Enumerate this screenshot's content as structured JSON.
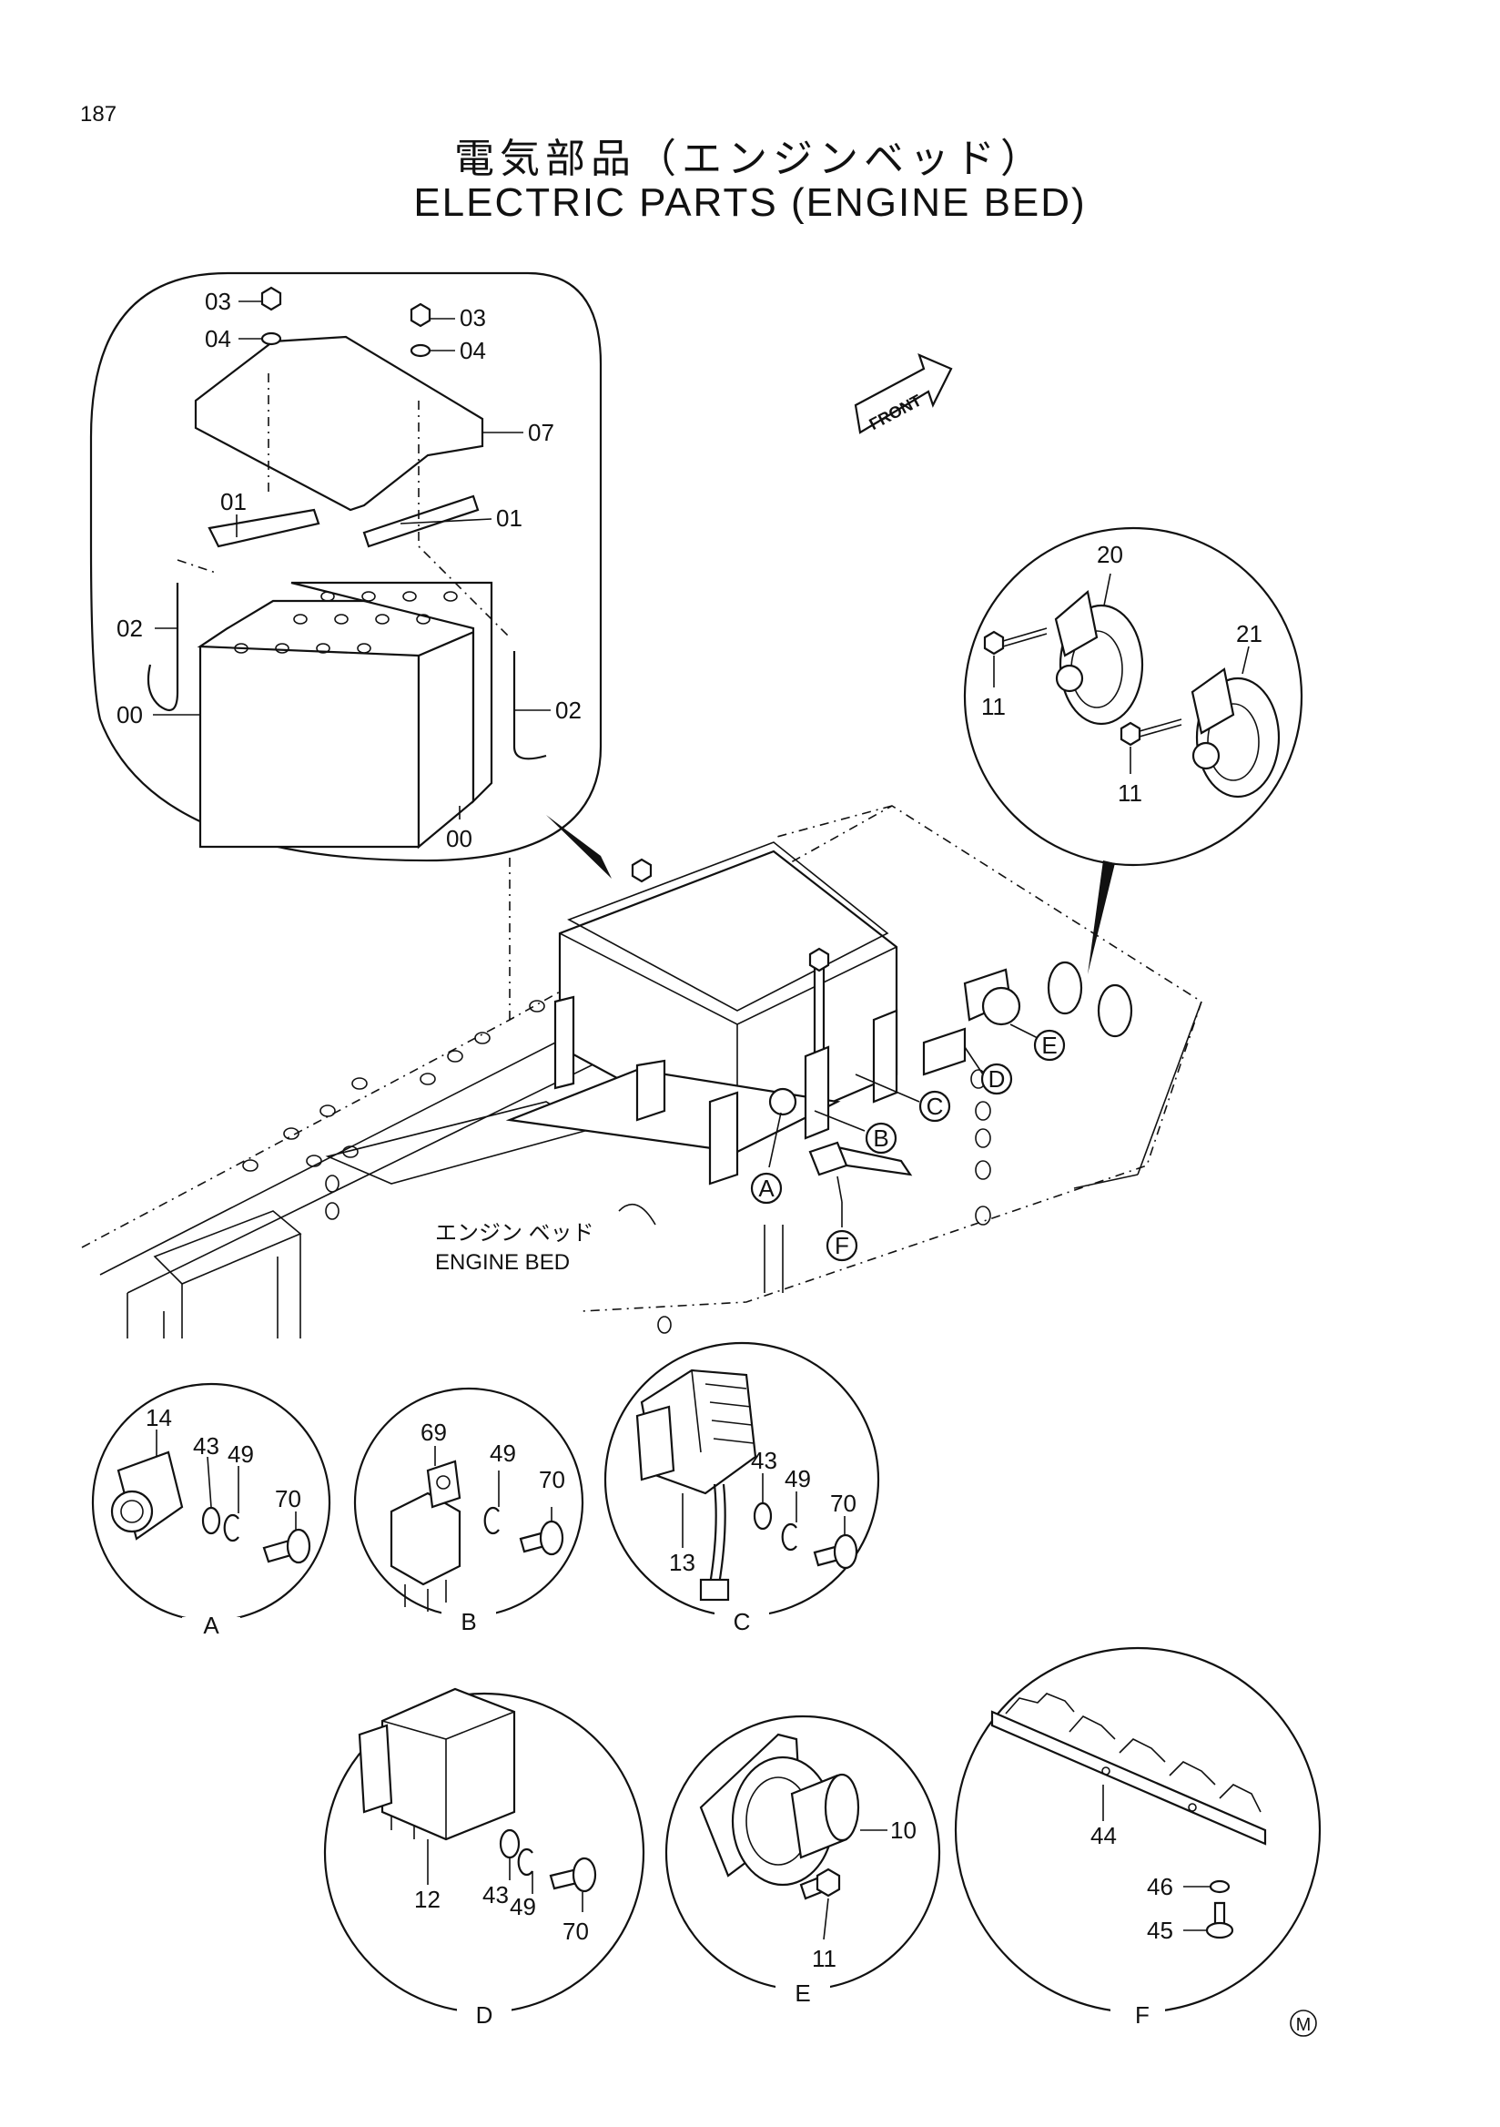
{
  "page_number": "187",
  "title_jp": "電気部品（エンジンベッド）",
  "title_en": "ELECTRIC PARTS (ENGINE BED)",
  "front_label": "FRONT",
  "engine_bed_jp": "エンジン ベッド",
  "engine_bed_en": "ENGINE BED",
  "mark": "M",
  "battery_detail": {
    "labels": [
      "03",
      "04",
      "03",
      "04",
      "07",
      "01",
      "01",
      "02",
      "02",
      "00",
      "00"
    ]
  },
  "horn_detail": {
    "labels": [
      "20",
      "21",
      "11",
      "11"
    ]
  },
  "callouts": [
    "A",
    "B",
    "C",
    "D",
    "E",
    "F"
  ],
  "detail_A": {
    "caption": "A",
    "labels": [
      "14",
      "43",
      "49",
      "70"
    ]
  },
  "detail_B": {
    "caption": "B",
    "labels": [
      "69",
      "49",
      "70"
    ]
  },
  "detail_C": {
    "caption": "C",
    "labels": [
      "43",
      "49",
      "70",
      "13"
    ]
  },
  "detail_D": {
    "caption": "D",
    "labels": [
      "12",
      "43",
      "49",
      "70"
    ]
  },
  "detail_E": {
    "caption": "E",
    "labels": [
      "10",
      "11"
    ]
  },
  "detail_F": {
    "caption": "F",
    "labels": [
      "44",
      "46",
      "45"
    ]
  }
}
